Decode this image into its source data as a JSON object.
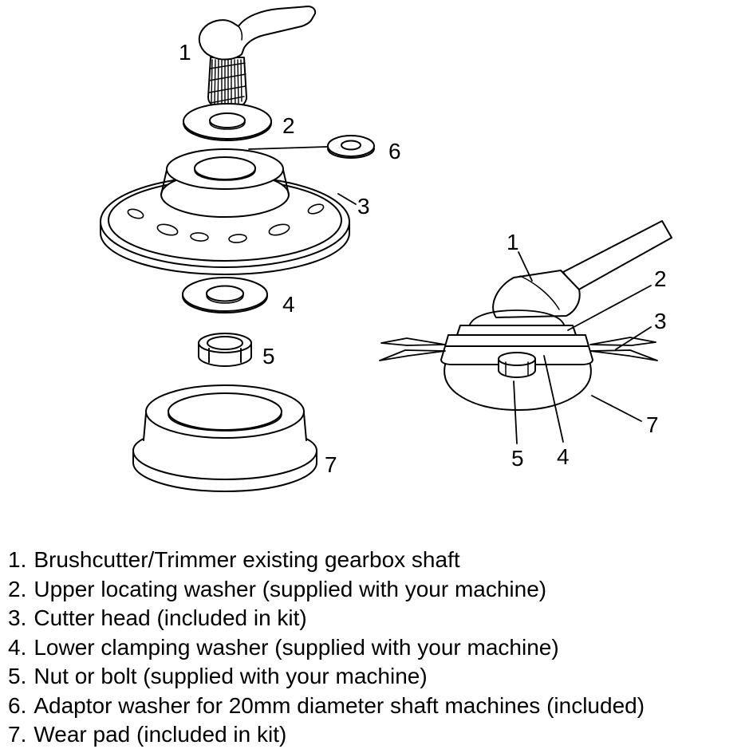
{
  "figure": {
    "exploded": {
      "callout_1": "1",
      "callout_2": "2",
      "callout_3": "3",
      "callout_4": "4",
      "callout_5": "5",
      "callout_6": "6",
      "callout_7": "7"
    },
    "assembled": {
      "callout_1": "1",
      "callout_2": "2",
      "callout_3": "3",
      "callout_4": "4",
      "callout_5": "5",
      "callout_7": "7"
    }
  },
  "legend": {
    "items": [
      {
        "num": "1.",
        "text": "Brushcutter/Trimmer existing gearbox shaft"
      },
      {
        "num": "2.",
        "text": "Upper locating washer (supplied with your machine)"
      },
      {
        "num": "3.",
        "text": "Cutter head (included in kit)"
      },
      {
        "num": "4.",
        "text": "Lower clamping washer (supplied with your machine)"
      },
      {
        "num": "5.",
        "text": "Nut or bolt (supplied with your machine)"
      },
      {
        "num": "6.",
        "text": "Adaptor washer for 20mm diameter shaft machines (included)"
      },
      {
        "num": "7.",
        "text": "Wear pad (included in kit)"
      }
    ]
  },
  "colors": {
    "line": "#000000",
    "background": "#ffffff"
  }
}
